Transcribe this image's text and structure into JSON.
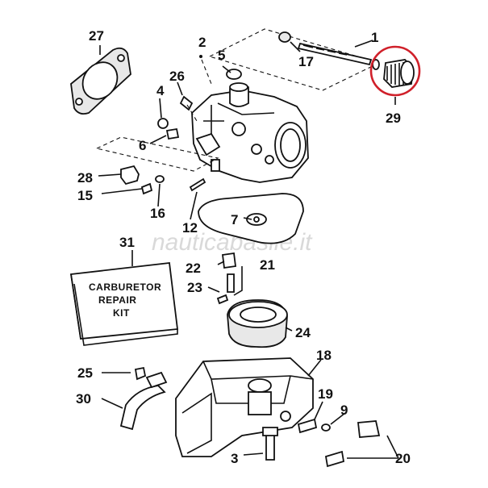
{
  "watermark": "nauticabasile.it",
  "kit_box": {
    "line1": "CARBURETOR",
    "line2": "REPAIR",
    "line3": "KIT"
  },
  "callouts": {
    "c1": "1",
    "c2": "2",
    "c3": "3",
    "c4": "4",
    "c5": "5",
    "c6": "6",
    "c7": "7",
    "c9": "9",
    "c12": "12",
    "c15": "15",
    "c16": "16",
    "c17": "17",
    "c18": "18",
    "c19": "19",
    "c20": "20",
    "c21": "21",
    "c22": "22",
    "c23": "23",
    "c24": "24",
    "c25": "25",
    "c26": "26",
    "c27": "27",
    "c28": "28",
    "c29": "29",
    "c30": "30",
    "c31": "31"
  },
  "highlight_color": "#d0202a"
}
